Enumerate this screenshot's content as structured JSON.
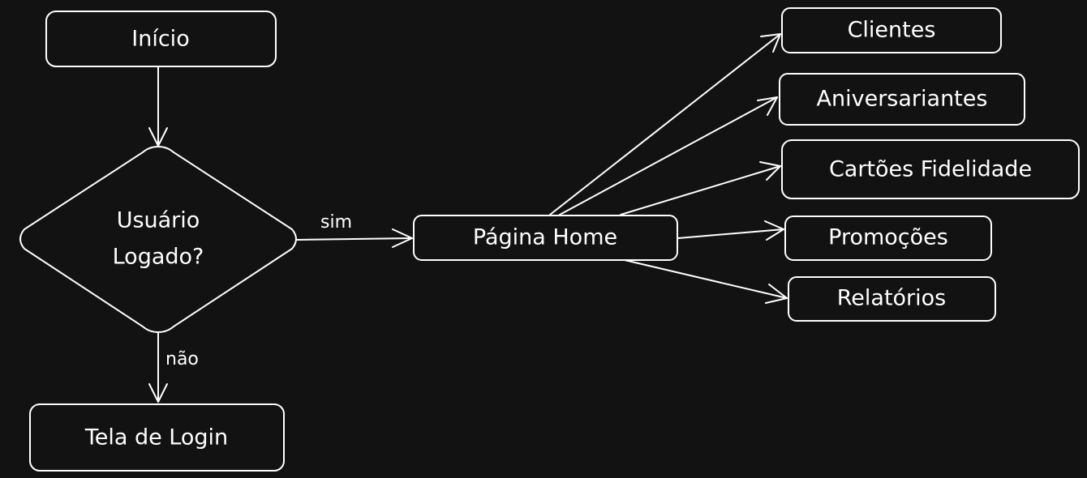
{
  "nodes": {
    "inicio": "Início",
    "decision_line1": "Usuário",
    "decision_line2": "Logado?",
    "tela_login": "Tela de Login",
    "pagina_home": "Página Home",
    "clientes": "Clientes",
    "aniversariantes": "Aniversariantes",
    "cartoes": "Cartões Fidelidade",
    "promocoes": "Promoções",
    "relatorios": "Relatórios"
  },
  "edges": {
    "sim": "sim",
    "nao": "não"
  },
  "colors": {
    "background": "#121212",
    "stroke": "#ffffff",
    "text": "#ffffff"
  }
}
